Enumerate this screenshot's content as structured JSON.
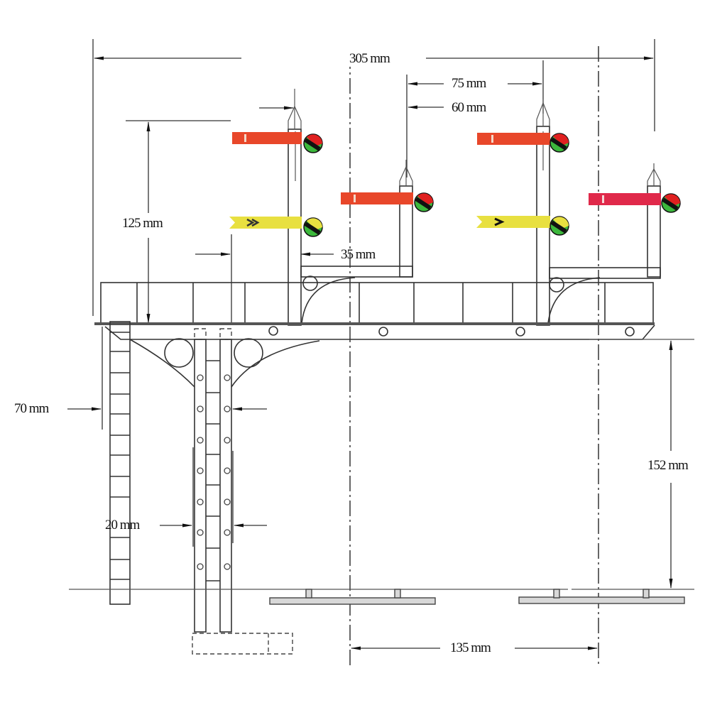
{
  "diagram": {
    "title": "Railway signal gantry dimensioned drawing",
    "dimensions": {
      "overall_width": "305 mm",
      "post_spacing": "75 mm",
      "doll_offset": "60 mm",
      "arm_height": "125 mm",
      "bracket_offset": "35 mm",
      "post_width": "70 mm",
      "ladder_gap": "20 mm",
      "clearance_height": "152 mm",
      "track_centres": "135 mm"
    },
    "signals": [
      {
        "id": "home-1",
        "type": "stop-arm",
        "color": "#e8472a",
        "lamp_colors": [
          "#e02020",
          "#111111",
          "#3cb83c"
        ]
      },
      {
        "id": "distant-1",
        "type": "distant-arm",
        "color": "#e8e040",
        "lamp_colors": [
          "#e8e040",
          "#111111",
          "#3cb83c"
        ]
      },
      {
        "id": "home-2",
        "type": "stop-arm",
        "color": "#e8472a",
        "lamp_colors": [
          "#e02020",
          "#111111",
          "#3cb83c"
        ]
      },
      {
        "id": "home-3",
        "type": "stop-arm",
        "color": "#e8472a",
        "lamp_colors": [
          "#e02020",
          "#111111",
          "#3cb83c"
        ]
      },
      {
        "id": "distant-2",
        "type": "distant-arm",
        "color": "#e8e040",
        "lamp_colors": [
          "#e8e040",
          "#111111",
          "#3cb83c"
        ]
      },
      {
        "id": "home-4",
        "type": "stop-arm",
        "color": "#e0294a",
        "lamp_colors": [
          "#e02020",
          "#111111",
          "#3cb83c"
        ]
      }
    ],
    "colors": {
      "line": "#333333",
      "stop_arm": "#e8472a",
      "stop_arm_alt": "#e0294a",
      "distant_arm": "#e8e040",
      "lamp_green": "#3cb83c",
      "lamp_red": "#e02020",
      "track_fill": "#d8d8d8"
    }
  }
}
